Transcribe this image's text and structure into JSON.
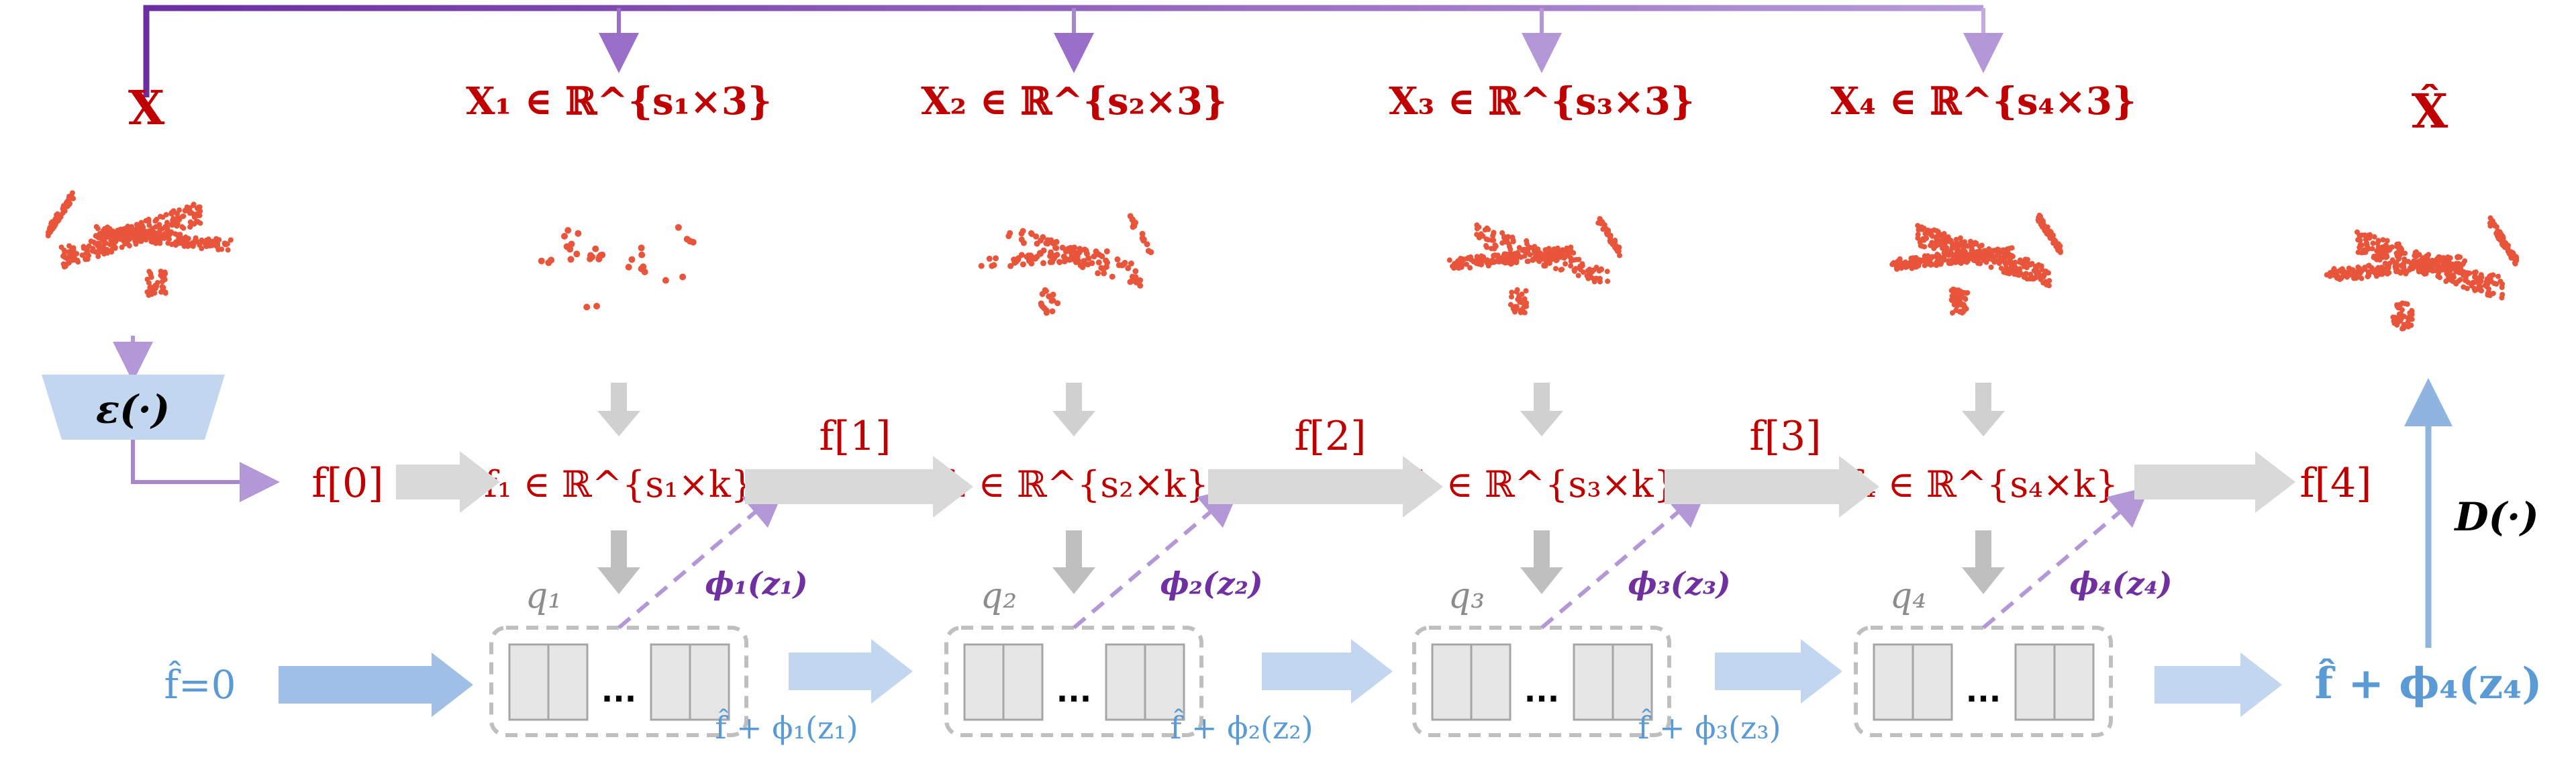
{
  "inputs": {
    "x_label": "X",
    "x_hat_label": "X̂",
    "encoder_label": "ε(·)",
    "decoder_label": "D(·)"
  },
  "stages": [
    {
      "x_label": "X₁ ∈ ℝ^{s₁×3}",
      "f_label": "f₁ ∈ ℝ^{s₁×k}",
      "q_label": "q₁",
      "phi_label": "ϕ₁(z₁)",
      "sum_label": "f̂ + ϕ₁(z₁)"
    },
    {
      "x_label": "X₂ ∈ ℝ^{s₂×3}",
      "f_label": "f₂ ∈ ℝ^{s₂×k}",
      "q_label": "q₂",
      "phi_label": "ϕ₂(z₂)",
      "sum_label": "f̂ + ϕ₂(z₂)"
    },
    {
      "x_label": "X₃ ∈ ℝ^{s₃×3}",
      "f_label": "f₃ ∈ ℝ^{s₃×k}",
      "q_label": "q₃",
      "phi_label": "ϕ₃(z₃)",
      "sum_label": "f̂ + ϕ₃(z₃)"
    },
    {
      "x_label": "X₄ ∈ ℝ^{s₄×3}",
      "f_label": "f₄ ∈ ℝ^{s₄×k}",
      "q_label": "q₄",
      "phi_label": "ϕ₄(z₄)",
      "sum_label": ""
    }
  ],
  "residual_labels": [
    "f[0]",
    "f[1]",
    "f[2]",
    "f[3]",
    "f[4]"
  ],
  "f_hat_init": "f̂=0",
  "final_sum": "f̂ + ϕ₄(z₄)",
  "codebook_ellipsis": "...",
  "colors": {
    "red": "#c00000",
    "blue": "#5b9bd5",
    "purple": "#7030a0",
    "lavender": "#b497d6",
    "gray_arrow": "#d9d9d9",
    "point": "#e8553a"
  }
}
